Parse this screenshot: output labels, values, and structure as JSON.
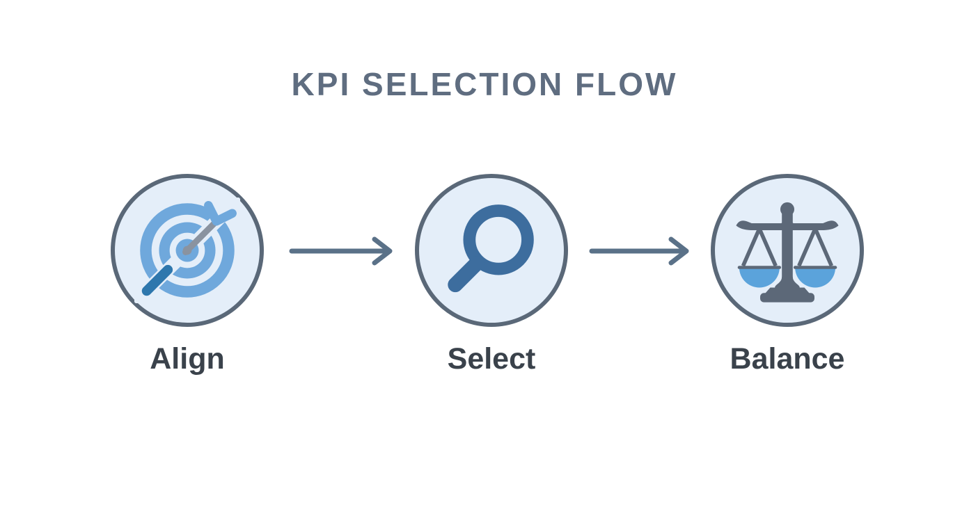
{
  "title": "KPI SELECTION FLOW",
  "steps": [
    {
      "label": "Align",
      "icon": "target-arrow-icon"
    },
    {
      "label": "Select",
      "icon": "magnifier-icon"
    },
    {
      "label": "Balance",
      "icon": "scales-icon"
    }
  ],
  "connectors": [
    {
      "from": "Align",
      "to": "Select",
      "type": "arrow-right"
    },
    {
      "from": "Select",
      "to": "Balance",
      "type": "arrow-right"
    }
  ],
  "colors": {
    "background": "#ffffff",
    "title": "#5f6d80",
    "label": "#3a424b",
    "circle_fill": "#e4eef9",
    "circle_border": "#5a6878",
    "arrow": "#5a7188",
    "icon_light_blue": "#6fa8dc",
    "icon_mid_blue": "#3d6d9e",
    "icon_dark_blue": "#2e77ad",
    "icon_gray": "#8a93a0",
    "scales_gray": "#5c6878",
    "pan_blue": "#5ba3db"
  }
}
